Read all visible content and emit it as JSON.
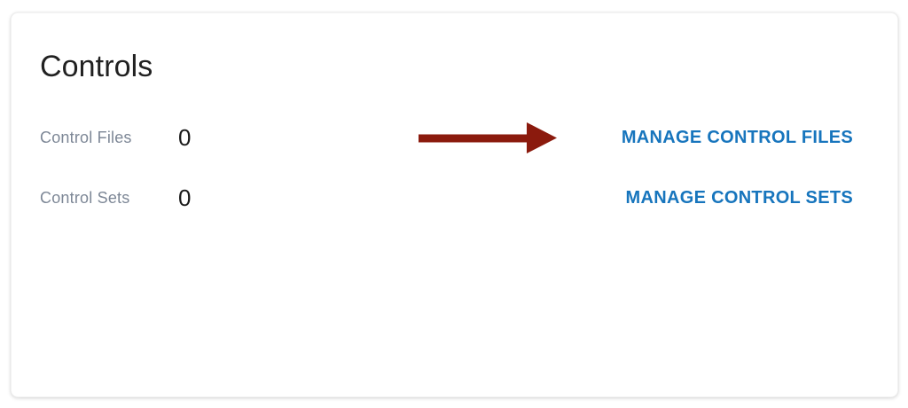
{
  "card": {
    "title": "Controls",
    "rows": [
      {
        "label": "Control Files",
        "value": "0",
        "action": "MANAGE CONTROL FILES"
      },
      {
        "label": "Control Sets",
        "value": "0",
        "action": "MANAGE CONTROL SETS"
      }
    ]
  },
  "annotation": {
    "icon": "red-arrow-right-icon",
    "points_to": "MANAGE CONTROL FILES"
  },
  "colors": {
    "link_blue": "#1775bd",
    "arrow_red": "#8b1a0d",
    "label_gray": "#7d8796",
    "title_black": "#212121"
  }
}
